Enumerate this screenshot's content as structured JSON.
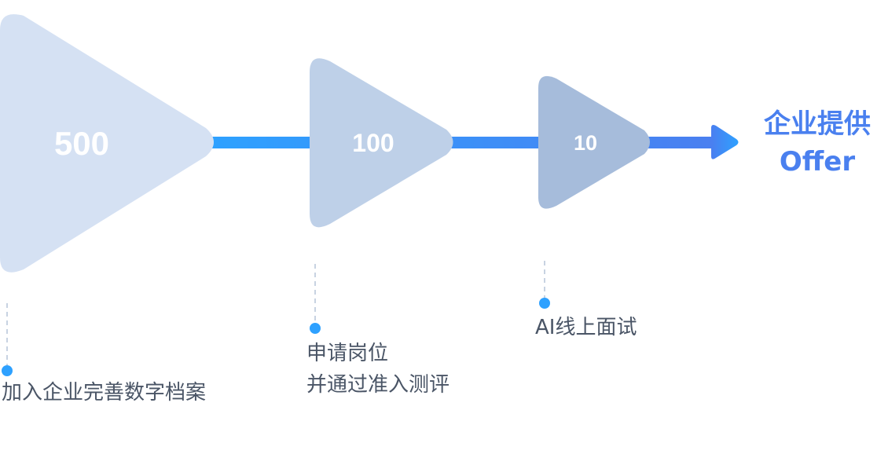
{
  "stages": [
    {
      "value": "500",
      "caption_lines": [
        "加入企业完善数字档案"
      ],
      "color": "#d5e1f3"
    },
    {
      "value": "100",
      "caption_lines": [
        "申请岗位",
        "并通过准入测评"
      ],
      "color": "#bed0e8"
    },
    {
      "value": "10",
      "caption_lines": [
        "AI线上面试"
      ],
      "color": "#a6bcdb"
    }
  ],
  "outcome": {
    "line1": "企业提供",
    "line2": "Offer",
    "color": "#4a80ef"
  },
  "colors": {
    "line_start": "#2ea1ff",
    "line_end": "#4a7ff0",
    "arrow_tip": "#2ea1ff",
    "dot": "#2ea1ff",
    "dash": "#c8d3e2",
    "caption_text": "#4a5566",
    "stage_value_text": "#ffffff"
  }
}
